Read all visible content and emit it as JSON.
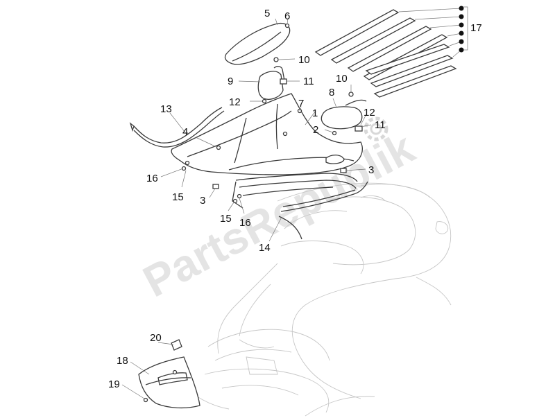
{
  "watermark": "PartsRepublik",
  "callouts": [
    {
      "id": "c5",
      "label": "5"
    },
    {
      "id": "c6",
      "label": "6"
    },
    {
      "id": "c10a",
      "label": "10"
    },
    {
      "id": "c9",
      "label": "9"
    },
    {
      "id": "c11a",
      "label": "11"
    },
    {
      "id": "c12a",
      "label": "12"
    },
    {
      "id": "c10b",
      "label": "10"
    },
    {
      "id": "c8",
      "label": "8"
    },
    {
      "id": "c13",
      "label": "13"
    },
    {
      "id": "c7",
      "label": "7"
    },
    {
      "id": "c1",
      "label": "1"
    },
    {
      "id": "c12b",
      "label": "12"
    },
    {
      "id": "c11b",
      "label": "11"
    },
    {
      "id": "c2",
      "label": "2"
    },
    {
      "id": "c4",
      "label": "4"
    },
    {
      "id": "c16a",
      "label": "16"
    },
    {
      "id": "c15a",
      "label": "15"
    },
    {
      "id": "c3a",
      "label": "3"
    },
    {
      "id": "c3b",
      "label": "3"
    },
    {
      "id": "c15b",
      "label": "15"
    },
    {
      "id": "c16b",
      "label": "16"
    },
    {
      "id": "c14",
      "label": "14"
    },
    {
      "id": "c17",
      "label": "17"
    },
    {
      "id": "c20",
      "label": "20"
    },
    {
      "id": "c18",
      "label": "18"
    },
    {
      "id": "c19",
      "label": "19"
    }
  ],
  "icons": {
    "gear": "gear-icon"
  }
}
